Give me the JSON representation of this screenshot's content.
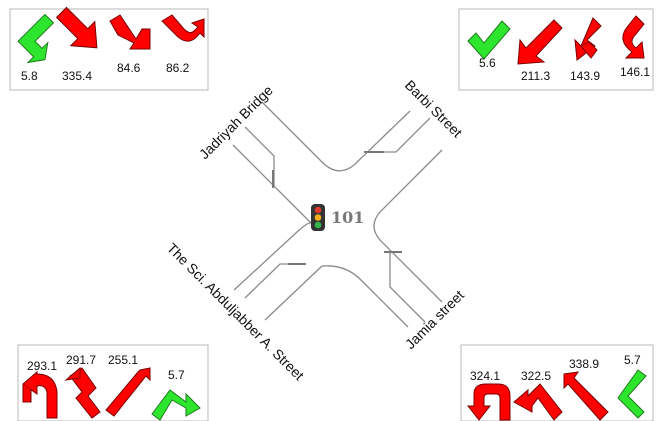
{
  "intersection": {
    "id_label": "101",
    "icon": "traffic-light-icon"
  },
  "streets": {
    "top_left": "Jadriyah Bridge",
    "top_right": "Barbi Street",
    "bottom_left": "The Sci. Abduljabber A. Street",
    "bottom_right": "Jamia street"
  },
  "colors": {
    "red": "#ff0000",
    "green": "#2ee52e",
    "arrow_outline": "#7a0000",
    "green_outline": "#1f7a1f",
    "road": "#8a8a8a",
    "panel_border": "#b9b9b9"
  },
  "panels": {
    "top_left": {
      "arrows": [
        {
          "name": "green-right-turn-icon",
          "color": "green",
          "value": "5.8"
        },
        {
          "name": "red-straight-icon",
          "color": "red",
          "value": "335.4"
        },
        {
          "name": "red-left-turn-icon",
          "color": "red",
          "value": "84.6"
        },
        {
          "name": "red-u-turn-icon",
          "color": "red",
          "value": "86.2"
        }
      ]
    },
    "top_right": {
      "arrows": [
        {
          "name": "green-right-turn-icon",
          "color": "green",
          "value": "5.6"
        },
        {
          "name": "red-straight-icon",
          "color": "red",
          "value": "211.3"
        },
        {
          "name": "red-left-turn-icon",
          "color": "red",
          "value": "143.9"
        },
        {
          "name": "red-u-turn-icon",
          "color": "red",
          "value": "146.1"
        }
      ]
    },
    "bottom_left": {
      "arrows": [
        {
          "name": "red-u-turn-icon",
          "color": "red",
          "value": "293.1"
        },
        {
          "name": "red-left-turn-icon",
          "color": "red",
          "value": "291.7"
        },
        {
          "name": "red-straight-icon",
          "color": "red",
          "value": "255.1"
        },
        {
          "name": "green-right-turn-icon",
          "color": "green",
          "value": "5.7"
        }
      ]
    },
    "bottom_right": {
      "arrows": [
        {
          "name": "red-u-turn-icon",
          "color": "red",
          "value": "324.1"
        },
        {
          "name": "red-left-turn-icon",
          "color": "red",
          "value": "322.5"
        },
        {
          "name": "red-straight-icon",
          "color": "red",
          "value": "338.9"
        },
        {
          "name": "green-right-turn-icon",
          "color": "green",
          "value": "5.7"
        }
      ]
    }
  }
}
